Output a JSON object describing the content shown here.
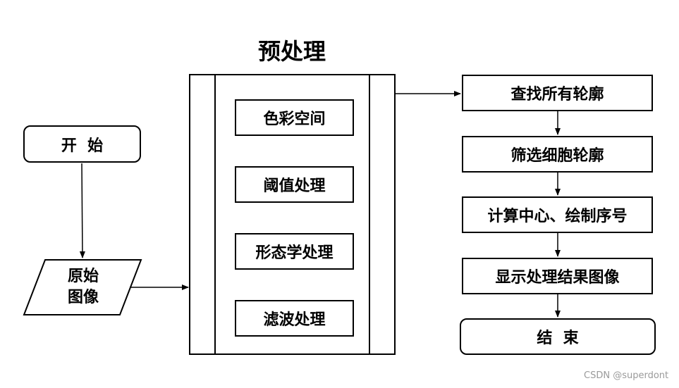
{
  "title": "预处理",
  "start": "开  始",
  "input": [
    "原始",
    "图像"
  ],
  "preprocess_steps": [
    "色彩空间",
    "阈值处理",
    "形态学处理",
    "滤波处理"
  ],
  "steps": [
    "查找所有轮廓",
    "筛选细胞轮廓",
    "计算中心、绘制序号",
    "显示处理结果图像"
  ],
  "end": "结  束",
  "watermark": "CSDN @superdont"
}
